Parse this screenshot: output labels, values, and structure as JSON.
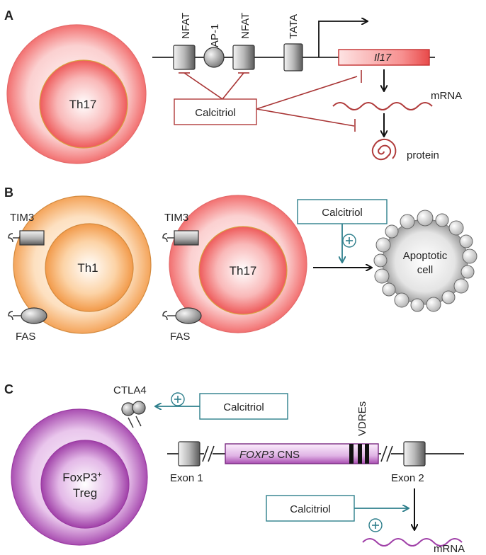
{
  "colors": {
    "calcitriol_red": "#b03a3a",
    "calcitriol_teal": "#2e7f8c",
    "th17_red": "#f06a6a",
    "th1_orange": "#f4a860",
    "treg_purple": "#a040a8"
  },
  "panel_a": {
    "letter": "A",
    "cell": "Th17",
    "elements": [
      "NFAT",
      "AP-1",
      "NFAT",
      "TATA"
    ],
    "gene": "Il17",
    "calcitriol": "Calcitriol",
    "mrna": "mRNA",
    "protein": "protein"
  },
  "panel_b": {
    "letter": "B",
    "cell1": "Th1",
    "cell2": "Th17",
    "tim3": "TIM3",
    "fas": "FAS",
    "calcitriol": "Calcitriol",
    "apoptotic_line1": "Apoptotic",
    "apoptotic_line2": "cell"
  },
  "panel_c": {
    "letter": "C",
    "ctla4": "CTLA4",
    "calcitriol": "Calcitriol",
    "cell_line1": "FoxP3",
    "cell_sup": "+",
    "cell_line2": "Treg",
    "gene_italic": "FOXP3",
    "gene_rest": " CNS",
    "vdres": "VDREs",
    "exon1": "Exon 1",
    "exon2": "Exon 2",
    "mrna": "mRNA"
  }
}
